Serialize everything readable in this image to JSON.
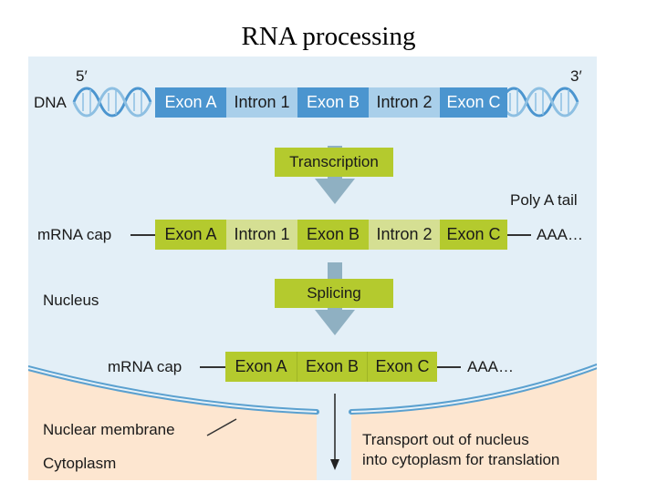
{
  "title": "RNA processing",
  "dna": {
    "end_5": "5′",
    "end_3": "3′",
    "label": "DNA",
    "segments": [
      "Exon A",
      "Intron 1",
      "Exon B",
      "Intron 2",
      "Exon C"
    ]
  },
  "steps": {
    "transcription": "Transcription",
    "splicing": "Splicing"
  },
  "pre_mrna": {
    "cap_label": "mRNA cap",
    "tail_heading": "Poly A tail",
    "tail_label": "AAA…",
    "segments": [
      "Exon A",
      "Intron 1",
      "Exon B",
      "Intron 2",
      "Exon C"
    ]
  },
  "mrna": {
    "cap_label": "mRNA cap",
    "tail_label": "AAA…",
    "segments": [
      "Exon A",
      "Exon B",
      "Exon C"
    ]
  },
  "regions": {
    "nucleus": "Nucleus",
    "nuclear_membrane": "Nuclear membrane",
    "cytoplasm": "Cytoplasm",
    "transport_line1": "Transport out of nucleus",
    "transport_line2": "into cytoplasm for translation"
  },
  "colors": {
    "nucleus_bg": "#e3eff7",
    "cytoplasm_bg": "#fde6d0",
    "dna_exon": "#4b95cf",
    "dna_intron": "#a9cfea",
    "rna_exon": "#b4ca2e",
    "rna_intron": "#d5df93",
    "arrow": "#8fb0c2",
    "membrane": "#5aa0cf",
    "helix": "#4b95cf"
  }
}
